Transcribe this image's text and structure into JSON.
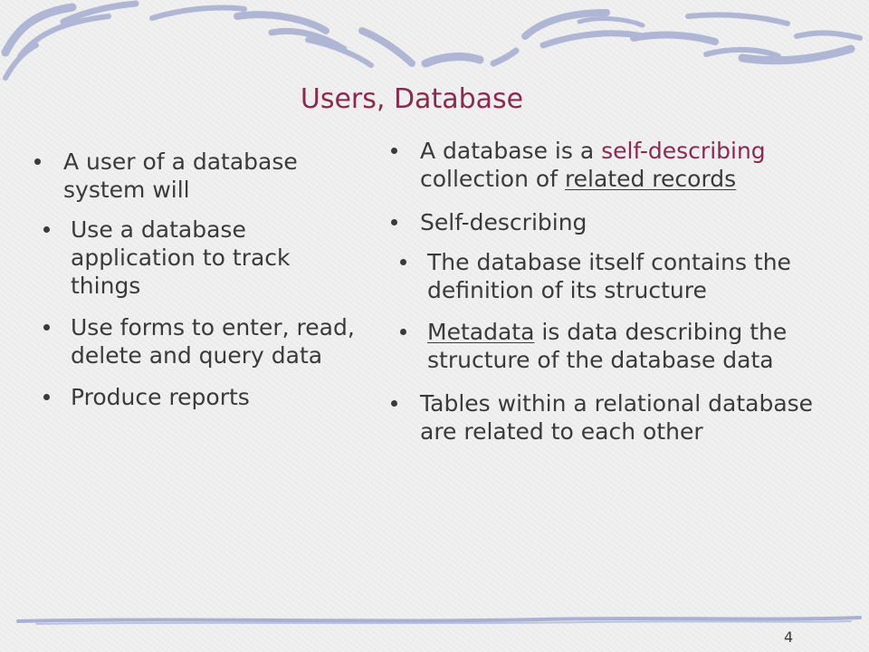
{
  "slide": {
    "title": "Users, Database",
    "page_number": "4"
  },
  "left": {
    "intro": "A user of a database system will",
    "items": [
      "Use a database application to track things",
      "Use forms to enter, read, delete and query data",
      "Produce reports"
    ]
  },
  "right": {
    "def_prefix": "A database is a ",
    "def_highlight": "self-describing",
    "def_mid": " collection of ",
    "def_underlined": "related records",
    "self_describing": "Self-describing",
    "sub1": "The database itself contains the definition of its structure",
    "sub2_underlined": "Metadata",
    "sub2_rest": " is data describing the structure of the database data",
    "tables": "Tables within a relational database are related to each other"
  },
  "colors": {
    "title": "#8a2a4e",
    "highlight": "#8a2a4e",
    "text": "#3a3a3a",
    "decoration": "#a9b1d3"
  }
}
